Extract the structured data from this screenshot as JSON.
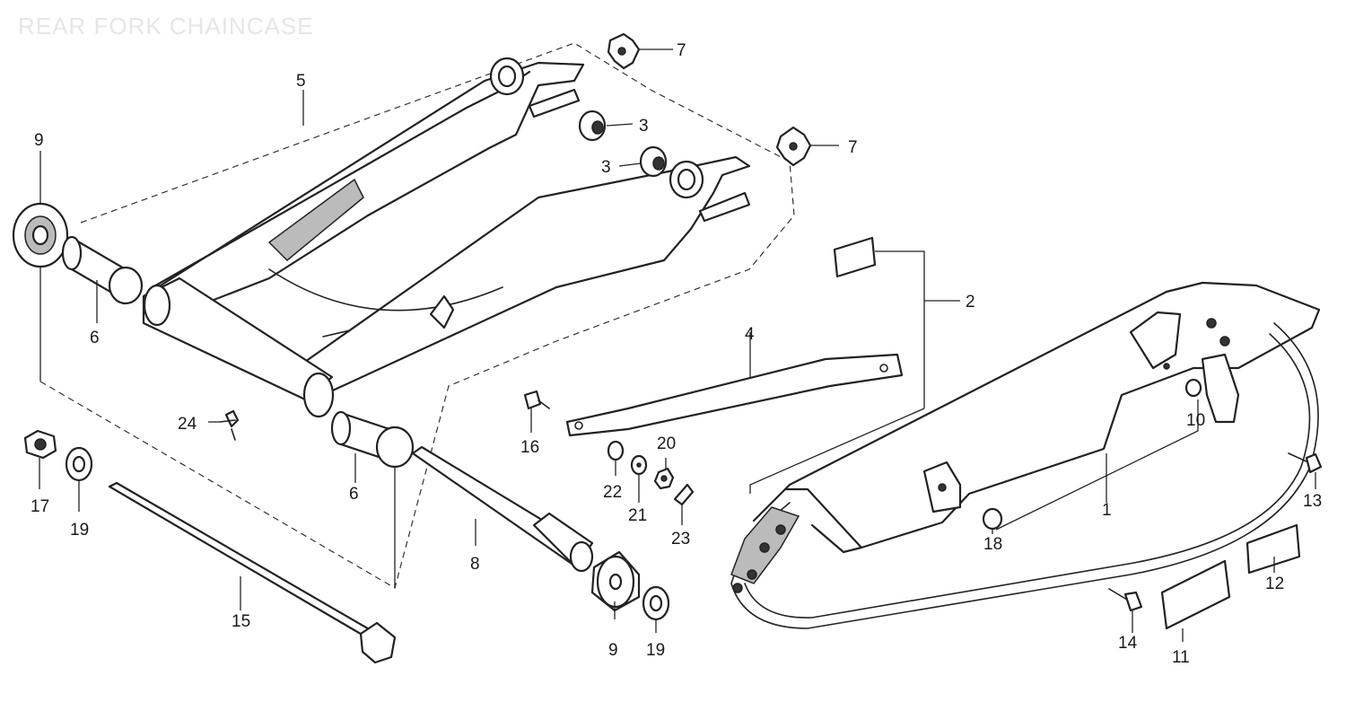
{
  "title": "REAR FORK CHAINCASE",
  "callouts": {
    "c1": "1",
    "c2": "2",
    "c3a": "3",
    "c3b": "3",
    "c4": "4",
    "c5": "5",
    "c6a": "6",
    "c6b": "6",
    "c7a": "7",
    "c7b": "7",
    "c8": "8",
    "c9a": "9",
    "c9b": "9",
    "c10": "10",
    "c11": "11",
    "c12": "12",
    "c13": "13",
    "c14": "14",
    "c15": "15",
    "c16": "16",
    "c17": "17",
    "c18": "18",
    "c19a": "19",
    "c19b": "19",
    "c20": "20",
    "c21": "21",
    "c22": "22",
    "c23": "23",
    "c24": "24"
  }
}
